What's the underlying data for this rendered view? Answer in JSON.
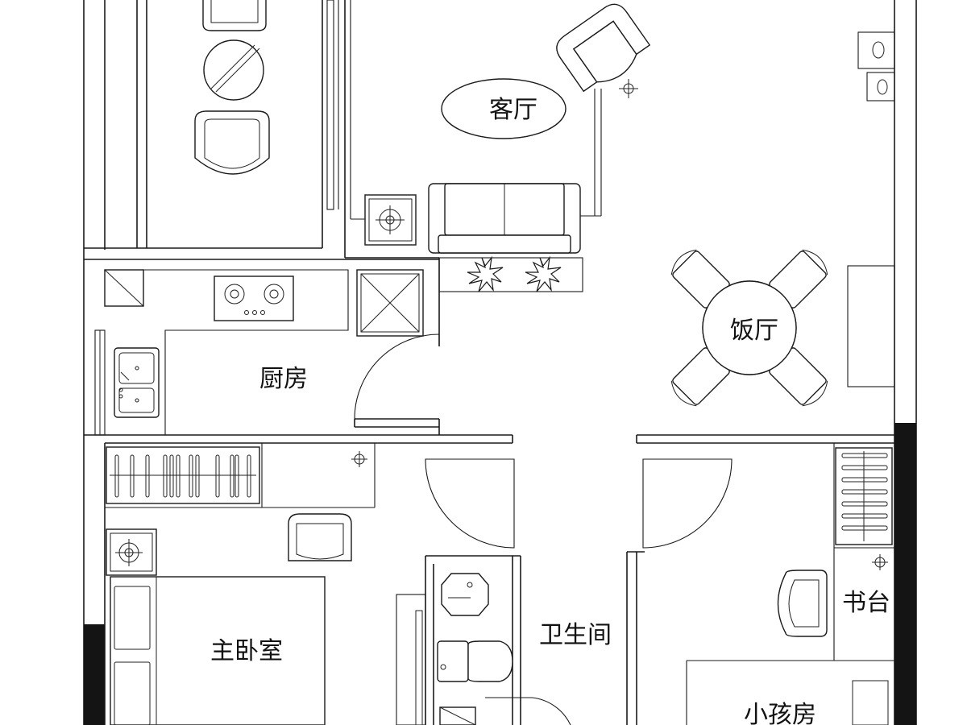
{
  "floor_plan": {
    "rooms": {
      "living_room": "客厅",
      "dining_room": "饭厅",
      "kitchen": "厨房",
      "master_bedroom": "主卧室",
      "bathroom": "卫生间",
      "study_desk": "书台",
      "kids_room": "小孩房"
    }
  }
}
